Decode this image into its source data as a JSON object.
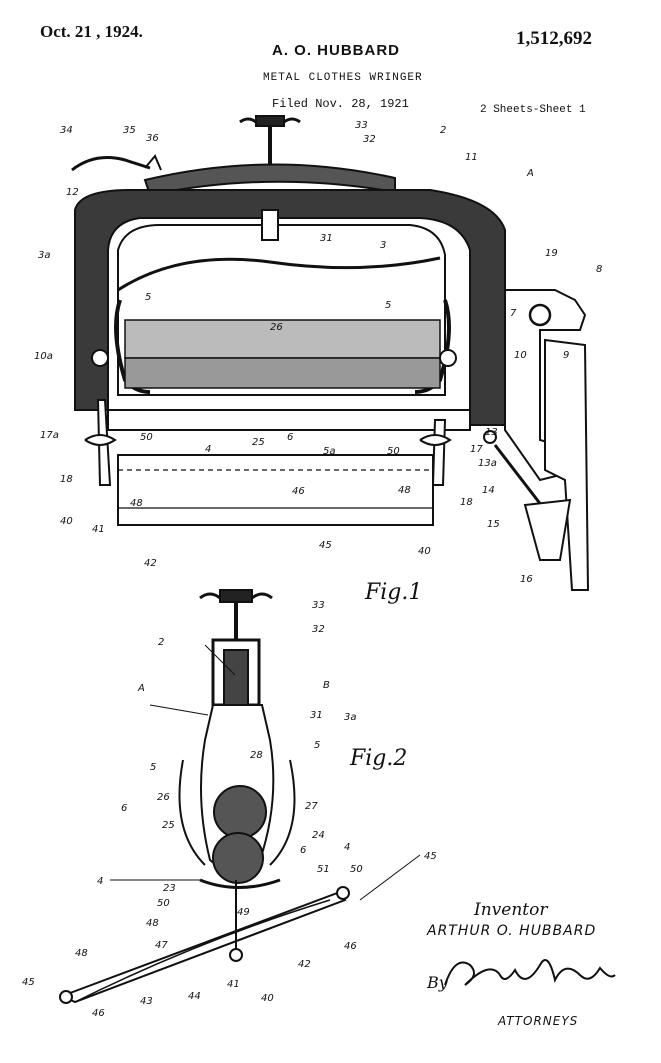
{
  "header": {
    "date": "Oct. 21 , 1924.",
    "patent_number": "1,512,692",
    "inventor": "A. O. HUBBARD",
    "title": "METAL CLOTHES WRINGER",
    "filed": "Filed Nov. 28, 1921",
    "sheets": "2 Sheets-Sheet 1"
  },
  "figures": {
    "fig1_label": "Fig.1",
    "fig2_label": "Fig.2"
  },
  "footer": {
    "inventor_heading": "Inventor",
    "inventor_name": "ARTHUR O. HUBBARD",
    "signature": "By Paul Paul",
    "attorneys": "ATTORNEYS"
  },
  "fig1_refs": [
    "34",
    "35",
    "36",
    "33",
    "32",
    "2",
    "11",
    "A",
    "12",
    "3",
    "31",
    "3a",
    "19",
    "8",
    "5",
    "7",
    "5",
    "26",
    "9",
    "10a",
    "10",
    "4",
    "25",
    "6",
    "5a",
    "17a",
    "50",
    "50",
    "13",
    "18",
    "48",
    "17",
    "13a",
    "14",
    "40",
    "41",
    "46",
    "48",
    "18",
    "15",
    "42",
    "45",
    "40",
    "16"
  ],
  "fig2_refs": [
    "33",
    "32",
    "2",
    "B",
    "A",
    "31",
    "3a",
    "28",
    "5",
    "5",
    "26",
    "27",
    "6",
    "25",
    "24",
    "6",
    "4",
    "23",
    "51",
    "50",
    "4",
    "45",
    "50",
    "49",
    "48",
    "46",
    "47",
    "42",
    "48",
    "45",
    "43",
    "44",
    "41",
    "40",
    "46"
  ]
}
